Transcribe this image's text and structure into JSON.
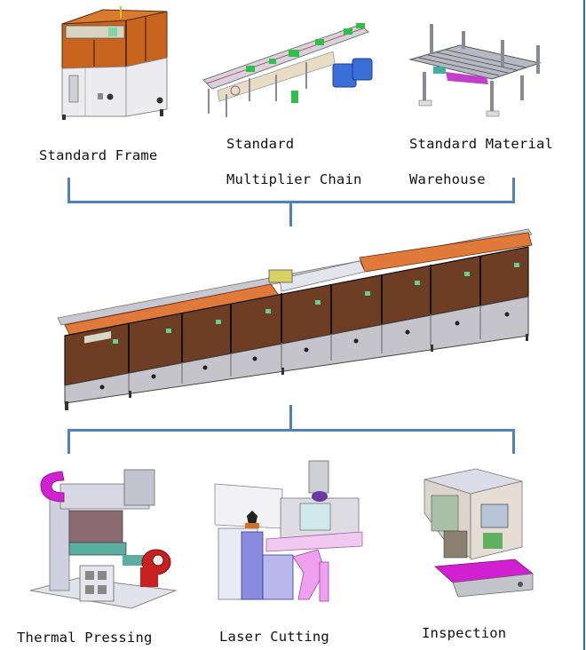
{
  "diagram": {
    "type": "modular-assembly-line",
    "connector_color": "#4f81bd",
    "border_color": "#1f6fb2",
    "top_modules": [
      {
        "id": "standard-frame",
        "label_lines": [
          "Standard Frame"
        ],
        "accent": "#c8641e"
      },
      {
        "id": "standard-multiplier-chain",
        "label_lines": [
          "Standard",
          "Multiplier Chain"
        ],
        "accent": "#3a6fd8"
      },
      {
        "id": "standard-material-warehouse",
        "label_lines": [
          "Standard Material",
          "Warehouse"
        ],
        "accent": "#c040c8"
      }
    ],
    "center": {
      "id": "full-production-line",
      "label": "",
      "accent": "#c8641e"
    },
    "bottom_modules": [
      {
        "id": "thermal-pressing",
        "label_lines": [
          "Thermal Pressing"
        ],
        "accent": "#d020d0"
      },
      {
        "id": "laser-cutting",
        "label_lines": [
          "Laser Cutting"
        ],
        "accent": "#e890e8"
      },
      {
        "id": "inspection",
        "label_lines": [
          "Inspection"
        ],
        "accent": "#d020d0"
      }
    ]
  }
}
